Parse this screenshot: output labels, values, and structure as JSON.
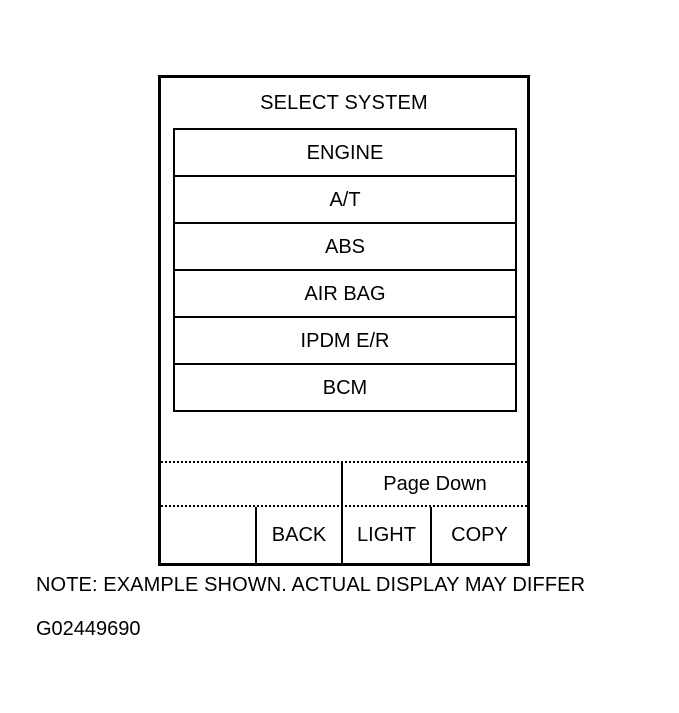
{
  "screen": {
    "title": "SELECT SYSTEM",
    "systems": [
      {
        "label": "ENGINE"
      },
      {
        "label": "A/T"
      },
      {
        "label": "ABS"
      },
      {
        "label": "AIR BAG"
      },
      {
        "label": "IPDM E/R"
      },
      {
        "label": "BCM"
      }
    ],
    "buttons": {
      "page_down": "Page Down",
      "back": "BACK",
      "light": "LIGHT",
      "copy": "COPY"
    }
  },
  "note": "NOTE: EXAMPLE SHOWN. ACTUAL DISPLAY MAY DIFFER",
  "figure_id": "G02449690"
}
